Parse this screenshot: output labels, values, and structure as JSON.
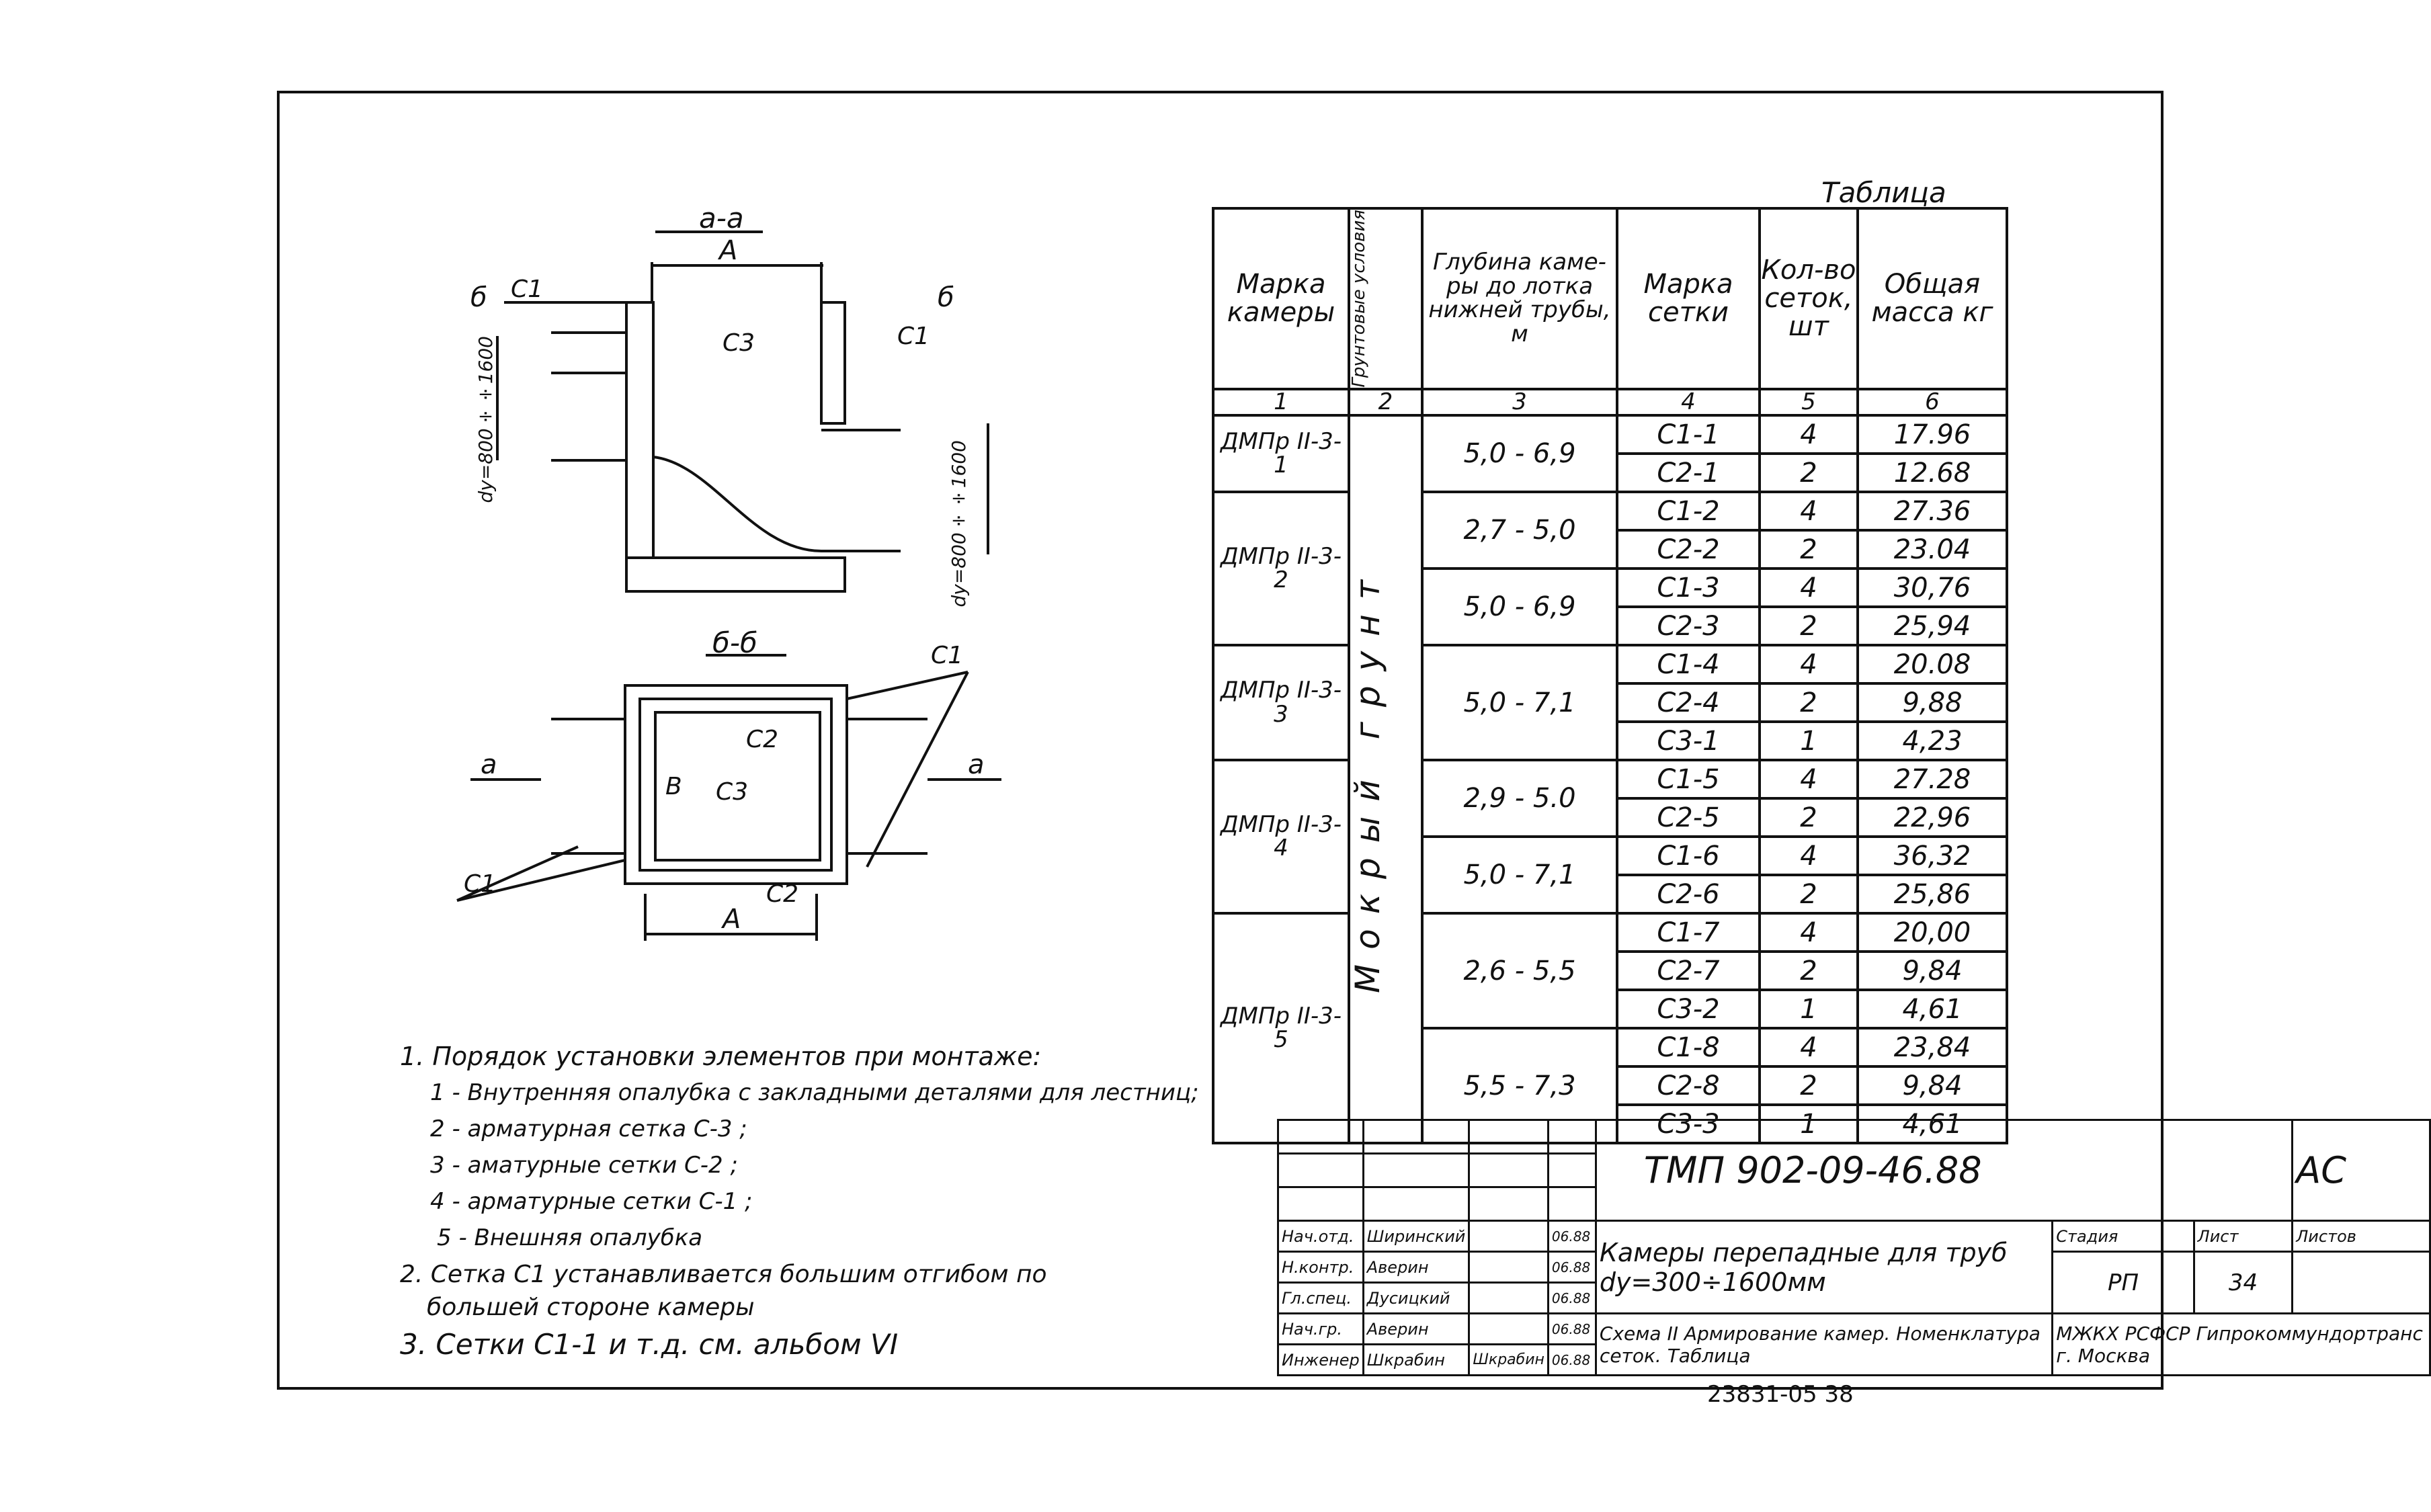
{
  "drawing": {
    "section_aa": "а-а",
    "section_bb": "б-б",
    "dim_A": "А",
    "dim_B": "В",
    "mark_b": "б",
    "mark_a": "а",
    "c1": "С1",
    "c2": "С2",
    "c3": "С3",
    "du_label": "dу=800÷÷1600"
  },
  "table": {
    "caption": "Таблица",
    "headers": {
      "mark_chamber": "Марка камеры",
      "ground": "Грунтовые условия",
      "depth": "Глубина каме-ры до лотка нижней трубы, м",
      "mark_grid": "Марка сетки",
      "count": "Кол-во сеток, шт",
      "mass": "Общая масса кг"
    },
    "colnums": [
      "1",
      "2",
      "3",
      "4",
      "5",
      "6"
    ],
    "ground_text": "Мокрый грунт",
    "chambers": {
      "c1": "ДМПр II-3-1",
      "c2": "ДМПр II-3-2",
      "c3": "ДМПр II-3-3",
      "c4": "ДМПр II-3-4",
      "c5": "ДМПр II-3-5"
    },
    "depths": {
      "d1": "5,0 - 6,9",
      "d2": "2,7 - 5,0",
      "d3": "5,0 - 6,9",
      "d4": "5,0 - 7,1",
      "d5": "2,9 - 5.0",
      "d6": "5,0 - 7,1",
      "d7": "2,6 - 5,5",
      "d8": "5,5 - 7,3"
    },
    "rows": [
      {
        "grid": "С1-1",
        "count": "4",
        "mass": "17.96"
      },
      {
        "grid": "С2-1",
        "count": "2",
        "mass": "12.68"
      },
      {
        "grid": "С1-2",
        "count": "4",
        "mass": "27.36"
      },
      {
        "grid": "С2-2",
        "count": "2",
        "mass": "23.04"
      },
      {
        "grid": "С1-3",
        "count": "4",
        "mass": "30,76"
      },
      {
        "grid": "С2-3",
        "count": "2",
        "mass": "25,94"
      },
      {
        "grid": "С1-4",
        "count": "4",
        "mass": "20.08"
      },
      {
        "grid": "С2-4",
        "count": "2",
        "mass": "9,88"
      },
      {
        "grid": "С3-1",
        "count": "1",
        "mass": "4,23"
      },
      {
        "grid": "С1-5",
        "count": "4",
        "mass": "27.28"
      },
      {
        "grid": "С2-5",
        "count": "2",
        "mass": "22,96"
      },
      {
        "grid": "С1-6",
        "count": "4",
        "mass": "36,32"
      },
      {
        "grid": "С2-6",
        "count": "2",
        "mass": "25,86"
      },
      {
        "grid": "С1-7",
        "count": "4",
        "mass": "20,00"
      },
      {
        "grid": "С2-7",
        "count": "2",
        "mass": "9,84"
      },
      {
        "grid": "С3-2",
        "count": "1",
        "mass": "4,61"
      },
      {
        "grid": "С1-8",
        "count": "4",
        "mass": "23,84"
      },
      {
        "grid": "С2-8",
        "count": "2",
        "mass": "9,84"
      },
      {
        "grid": "С3-3",
        "count": "1",
        "mass": "4,61"
      }
    ]
  },
  "notes": {
    "n1": "1. Порядок  установки элементов  при монтаже:",
    "n1a": "1 - Внутренняя опалубка с закладными деталями для лестниц;",
    "n1b": "2 - арматурная сетка С-3 ;",
    "n1c": "3 - аматурные сетки С-2 ;",
    "n1d": "4 - арматурные сетки С-1 ;",
    "n1e": "5 - Внешняя опалубка",
    "n2": "2. Сетка С1  устанавливается большим отгибом по",
    "n2b": "большей  стороне камеры",
    "n3": "3. Сетки С1-1 и т.д. см. альбом VI"
  },
  "stamp": {
    "code": "ТМП 902-09-46.88",
    "section": "АС",
    "title": "Камеры перепадные для труб dу=300÷1600мм",
    "subtitle": "Схема II Армирование камер. Номенклатура сеток. Таблица",
    "stage_label": "Стадия",
    "sheet_label": "Лист",
    "sheets_label": "Листов",
    "stage": "РП",
    "sheet": "34",
    "org": "МЖКХ РСФСР Гипрокоммундортранс г. Москва",
    "people": [
      {
        "role": "Нач.отд.",
        "name": "Ширинский",
        "date": "06.88"
      },
      {
        "role": "Н.контр.",
        "name": "Аверин",
        "date": "06.88"
      },
      {
        "role": "Гл.спец.",
        "name": "Дусицкий",
        "date": "06.88"
      },
      {
        "role": "Нач.гр.",
        "name": "Аверин",
        "date": "06.88"
      },
      {
        "role": "Инженер",
        "name": "Шкрабин",
        "date": "06.88"
      }
    ],
    "signature_inzh": "Шкрабин",
    "footer": "23831-05  38"
  }
}
